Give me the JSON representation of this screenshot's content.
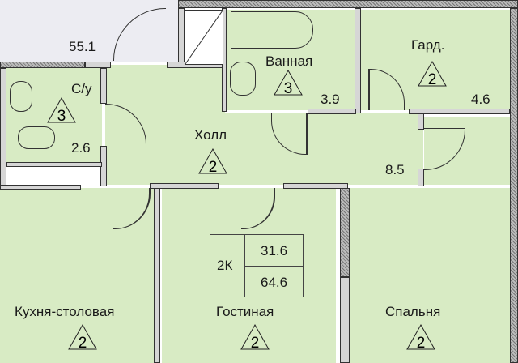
{
  "plan": {
    "total_label": "55.1",
    "summary": {
      "type": "2К",
      "living_area": "31.6",
      "total_area": "64.6"
    },
    "rooms": [
      {
        "name": "С/у",
        "class": "3",
        "area": "2.6"
      },
      {
        "name": "Ванная",
        "class": "3",
        "area": "3.9"
      },
      {
        "name": "Гард.",
        "class": "2",
        "area": "4.6"
      },
      {
        "name": "Холл",
        "class": "2",
        "area": "8.5"
      },
      {
        "name": "Кухня-столовая",
        "class": "2"
      },
      {
        "name": "Гостиная",
        "class": "2"
      },
      {
        "name": "Спальня",
        "class": "2"
      }
    ],
    "colors": {
      "room_fill": "#d8ebc4",
      "outside": "#ececf2"
    }
  }
}
